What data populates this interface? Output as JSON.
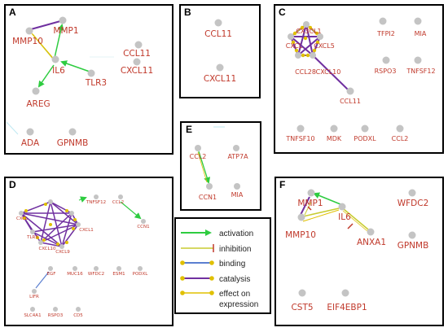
{
  "panels": {
    "A": {
      "letter": "A",
      "labels": {
        "mmp1": "MMP1",
        "mmp10": "MMP10",
        "ccl11": "CCL11",
        "il6": "IL6",
        "cxcl11": "CXCL11",
        "tlr3": "TLR3",
        "areg": "AREG",
        "ada": "ADA",
        "gpnmb": "GPNMB"
      }
    },
    "B": {
      "letter": "B",
      "labels": {
        "ccl11": "CCL11",
        "cxcl11": "CXCL11"
      }
    },
    "C": {
      "letter": "C",
      "labels": {
        "cx3cl1": "CX3CL1",
        "cxcl": "CXCL",
        "cxcl5": "CXCL5",
        "ccl28": "CCL28",
        "cxcl10": "CXCL10",
        "ccl11": "CCL11",
        "tfpi2": "TFPI2",
        "mia": "MIA",
        "rspo3": "RSPO3",
        "tnfsf12": "TNFSF12",
        "tnfsf10": "TNFSF10",
        "mdk": "MDK",
        "podxl": "PODXL",
        "ccl2": "CCL2"
      }
    },
    "D": {
      "letter": "D",
      "labels": {
        "tnfsf12": "TNFSF12",
        "ccl2": "CCL2",
        "cxcl": "CXCL",
        "cxcl1": "CXCL1",
        "tlr3": "TLR3",
        "cxcl10": "CXCL10",
        "cxcl9": "CXCL9",
        "ccn1": "CCN1",
        "egf": "EGF",
        "muc16": "MUC16",
        "wfdc2": "WFDC2",
        "esm1": "ESM1",
        "podxl": "PODXL",
        "lifr": "LIFR",
        "slc4a1": "SLC4A1",
        "rspo3": "RSPO3",
        "cd5": "CD5"
      }
    },
    "E": {
      "letter": "E",
      "labels": {
        "ccl2": "CCL2",
        "atp7a": "ATP7A",
        "ccn1": "CCN1",
        "mia": "MIA"
      }
    },
    "F": {
      "letter": "F",
      "labels": {
        "mmp1": "MMP1",
        "wfdc2": "WFDC2",
        "mmp10": "MMP10",
        "il6": "IL6",
        "gpnmb": "GPNMB",
        "anxa1": "ANXA1",
        "cst5": "CST5",
        "eif4ebp1": "EIF4EBP1"
      }
    }
  },
  "legend": {
    "items": [
      "activation",
      "inhibition",
      "binding",
      "catalysis",
      "effect on",
      "expression"
    ]
  },
  "colors": {
    "activation": "#2ecc40",
    "inhibition": "#c8cc30",
    "binding": "#5b7fd0",
    "catalysis": "#7030a0",
    "expression": "#e0c000",
    "label": "#c0392b",
    "node": "#c4c4c4"
  }
}
